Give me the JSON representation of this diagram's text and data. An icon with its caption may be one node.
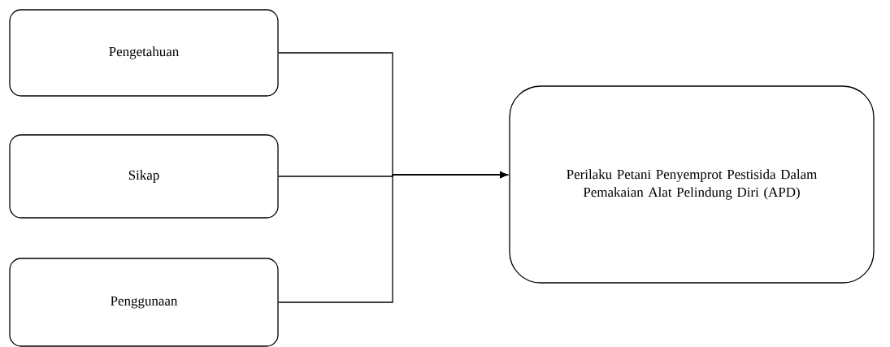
{
  "diagram": {
    "nodes": [
      {
        "text": [
          "Pengetahuan"
        ]
      },
      {
        "text": [
          "Sikap"
        ]
      },
      {
        "text": [
          "Penggunaan"
        ]
      },
      {
        "text": [
          "Perilaku Petani Penyemprot Pestisida Dalam Pemakaian Alat Pelindung Diri (APD)"
        ]
      }
    ],
    "edges": [
      {
        "from": 0,
        "to": 3,
        "arrow": "to"
      },
      {
        "from": 1,
        "to": 3,
        "arrow": "to"
      },
      {
        "from": 2,
        "to": 3,
        "arrow": "to"
      }
    ]
  }
}
